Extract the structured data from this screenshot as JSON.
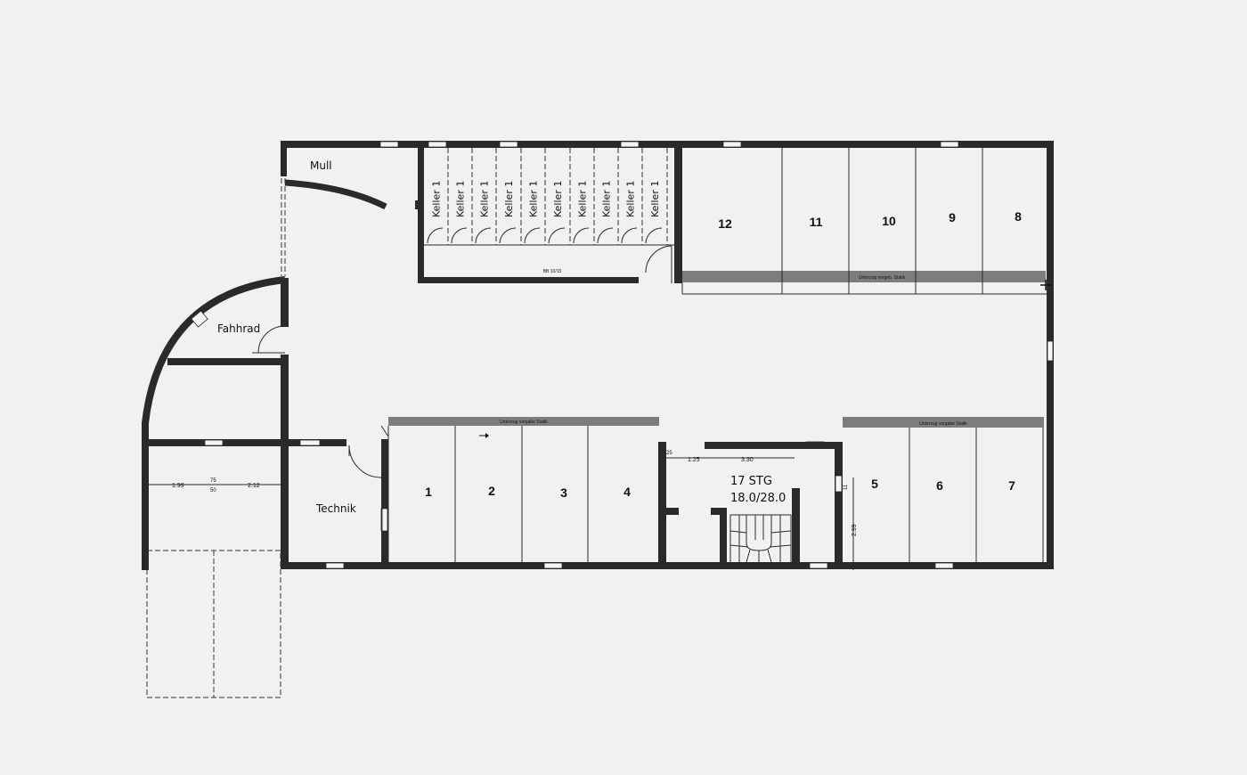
{
  "rooms": {
    "muell": "Mull",
    "fahrrad": "Fahhrad",
    "technik": "Technik",
    "keller_label": "Keller 1",
    "units_top": [
      "12",
      "11",
      "10",
      "9",
      "8"
    ],
    "units_bottom_left": [
      "1",
      "2",
      "3",
      "4"
    ],
    "units_bottom_right": [
      "5",
      "6",
      "7"
    ]
  },
  "stair": {
    "steps": "17 STG",
    "ratio": "18.0/28.0"
  },
  "beams": {
    "top_right": "Unterzug vorgeb. Statik",
    "bottom_left": "Unterzug vorgabe Statik",
    "bottom_right": "Unterzug vorgabe Statik",
    "keller_lintel": "BB 10/15"
  },
  "dimensions": {
    "d1": "1.99",
    "d2": "75",
    "d2b": "50",
    "d3": "2.12",
    "d4": "1.25",
    "d5": "3.30",
    "d6": "2.99",
    "d7": "25",
    "d8": "11"
  },
  "colors": {
    "background": "#f1f1f1",
    "wall": "#2a2a2a",
    "beam": "#7d7d7d"
  }
}
